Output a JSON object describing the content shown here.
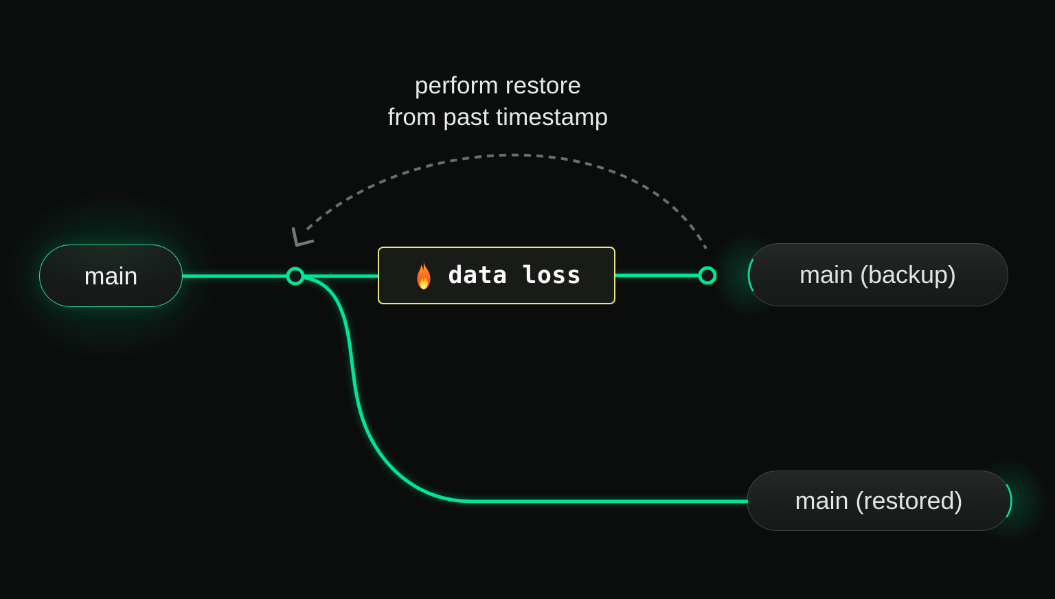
{
  "diagram": {
    "annotation": {
      "line1": "perform restore",
      "line2": "from past timestamp"
    },
    "nodes": {
      "main": {
        "label": "main"
      },
      "backup": {
        "label": "main (backup)"
      },
      "restored": {
        "label": "main (restored)"
      }
    },
    "event": {
      "label": "data loss",
      "icon": "fire-icon"
    },
    "colors": {
      "accent": "#00e599",
      "event_border": "#ece87e",
      "dashed_line": "#6a6e73",
      "arrow": "#74787a",
      "node_fill": "#131615",
      "background": "#0b0d0c",
      "pill_border": "#454847"
    }
  }
}
